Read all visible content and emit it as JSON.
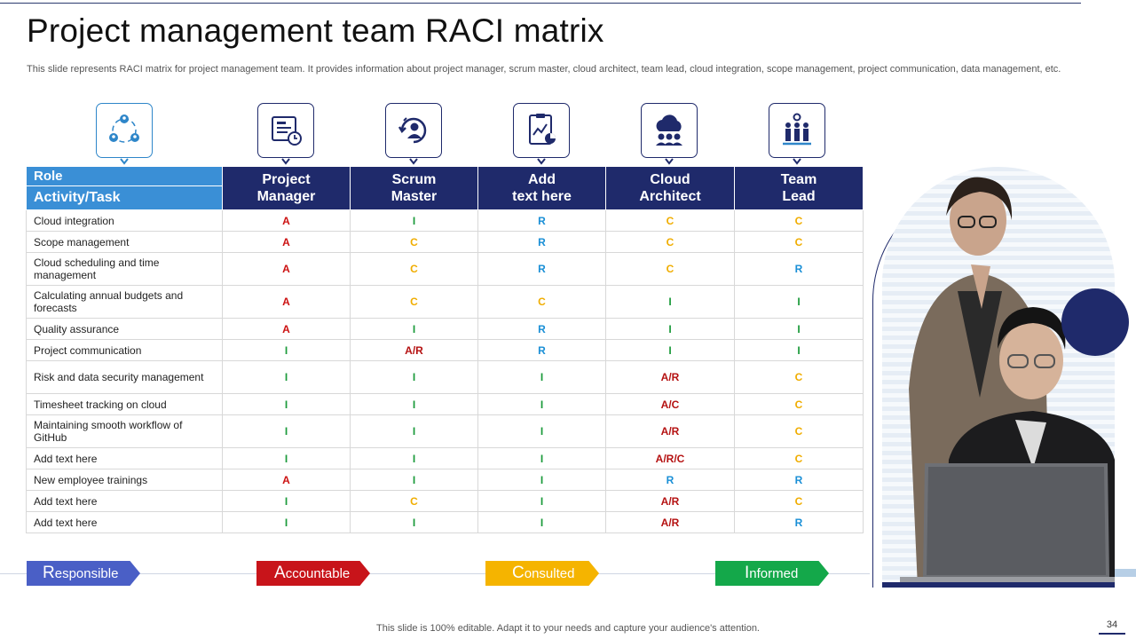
{
  "title": "Project management team RACI matrix",
  "subtitle": "This slide represents RACI matrix for project management team. It provides information about project manager, scrum master, cloud architect, team lead, cloud integration, scope management, project communication, data management, etc.",
  "icons": [
    "team-cycle-icon",
    "presentation-board-icon",
    "person-cycle-icon",
    "report-chart-icon",
    "cloud-network-icon",
    "team-settings-icon"
  ],
  "table": {
    "role_label": "Role",
    "task_label": "Activity/Task",
    "columns": [
      {
        "line1": "Project",
        "line2": "Manager"
      },
      {
        "line1": "Scrum",
        "line2": "Master"
      },
      {
        "line1": "Add",
        "line2": "text here"
      },
      {
        "line1": "Cloud",
        "line2": "Architect"
      },
      {
        "line1": "Team",
        "line2": "Lead"
      }
    ],
    "rows": [
      {
        "task": "Cloud integration",
        "values": [
          "A",
          "I",
          "R",
          "C",
          "C"
        ]
      },
      {
        "task": "Scope management",
        "values": [
          "A",
          "C",
          "R",
          "C",
          "C"
        ]
      },
      {
        "task": "Cloud scheduling and time management",
        "values": [
          "A",
          "C",
          "R",
          "C",
          "R"
        ]
      },
      {
        "task": "Calculating annual budgets and forecasts",
        "values": [
          "A",
          "C",
          "C",
          "I",
          "I"
        ]
      },
      {
        "task": "Quality assurance",
        "values": [
          "A",
          "I",
          "R",
          "I",
          "I"
        ]
      },
      {
        "task": "Project communication",
        "values": [
          "I",
          "A/R",
          "R",
          "I",
          "I"
        ]
      },
      {
        "task": "Risk and data security management",
        "values": [
          "I",
          "I",
          "I",
          "A/R",
          "C"
        ]
      },
      {
        "task": "Timesheet tracking on cloud",
        "values": [
          "I",
          "I",
          "I",
          "A/C",
          "C"
        ]
      },
      {
        "task": "Maintaining smooth workflow of GitHub",
        "values": [
          "I",
          "I",
          "I",
          "A/R",
          "C"
        ]
      },
      {
        "task": "Add text here",
        "values": [
          "I",
          "I",
          "I",
          "A/R/C",
          "C"
        ]
      },
      {
        "task": "New employee trainings",
        "values": [
          "A",
          "I",
          "I",
          "R",
          "R"
        ]
      },
      {
        "task": "Add text here",
        "values": [
          "I",
          "C",
          "I",
          "A/R",
          "C"
        ]
      },
      {
        "task": "Add text here",
        "values": [
          "I",
          "I",
          "I",
          "A/R",
          "R"
        ]
      }
    ]
  },
  "legend": {
    "responsible": {
      "initial": "R",
      "rest": "esponsible",
      "color": "#4a5fc6"
    },
    "accountable": {
      "initial": "A",
      "rest": "ccountable",
      "color": "#c8141a"
    },
    "consulted": {
      "initial": "C",
      "rest": "onsulted",
      "color": "#f5b400"
    },
    "informed": {
      "initial": "I",
      "rest": "nformed",
      "color": "#14a84a"
    }
  },
  "colors": {
    "navy": "#1f2a6b",
    "role_blue": "#3a8fd6",
    "A": "#cc1111",
    "I": "#1a9a3a",
    "R": "#1a8fd6",
    "C": "#f0ad00"
  },
  "footer": "This slide is 100% editable. Adapt it to your needs and capture your audience's attention.",
  "page_number": "34"
}
